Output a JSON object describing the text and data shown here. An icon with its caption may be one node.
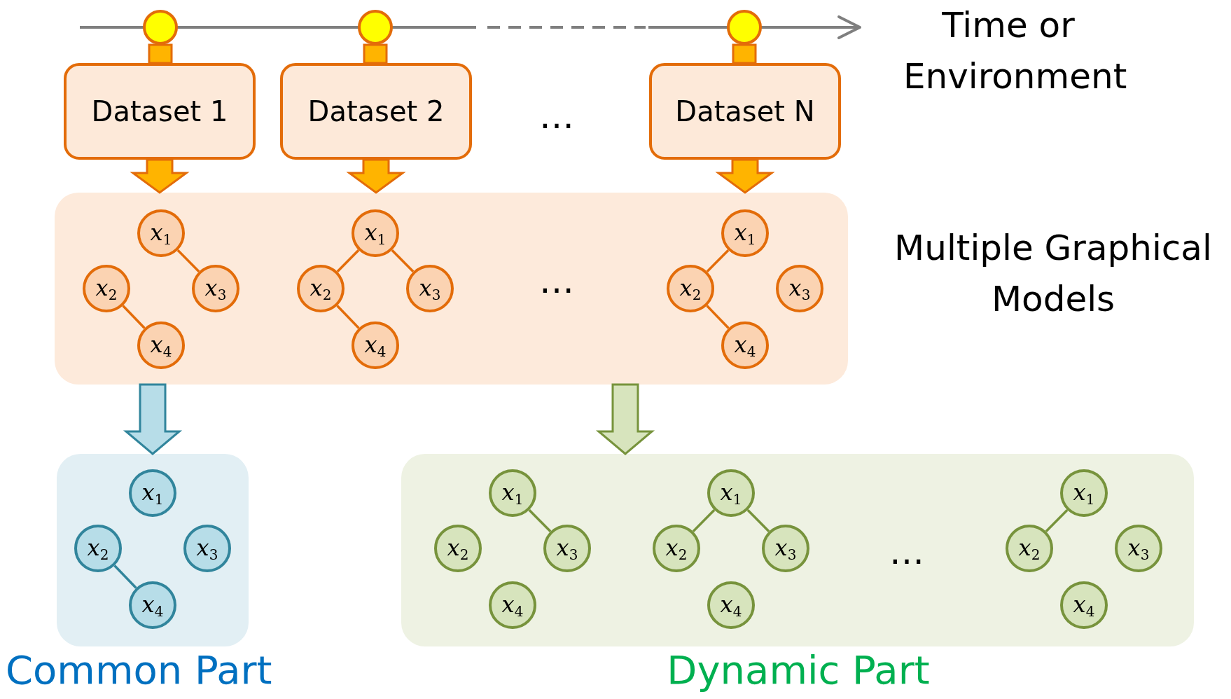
{
  "diagram": {
    "nodes": [
      {
        "text": [],
        "shape": "circle"
      },
      {
        "text": [],
        "shape": "circle"
      },
      {
        "text": [],
        "shape": "circle"
      },
      {
        "text": [
          "Dataset 1"
        ]
      },
      {
        "text": [
          "Dataset 2"
        ]
      },
      {
        "text": [
          "Dataset N"
        ]
      },
      {
        "text": [],
        "shape": "box"
      },
      {
        "text": [
          "*x*$_{1}$"
        ],
        "in": 6
      },
      {
        "text": [
          "*x*$_{2}$"
        ],
        "in": 6
      },
      {
        "text": [
          "*x*$_{3}$"
        ],
        "in": 6
      },
      {
        "text": [
          "*x*$_{4}$"
        ],
        "in": 6
      },
      {
        "text": [
          "*x*$_{1}$"
        ],
        "in": 6
      },
      {
        "text": [
          "*x*$_{2}$"
        ],
        "in": 6
      },
      {
        "text": [
          "*x*$_{3}$"
        ],
        "in": 6
      },
      {
        "text": [
          "*x*$_{4}$"
        ],
        "in": 6
      },
      {
        "text": [
          "*x*$_{1}$"
        ],
        "in": 6
      },
      {
        "text": [
          "*x*$_{2}$"
        ],
        "in": 6
      },
      {
        "text": [
          "*x*$_{3}$"
        ],
        "in": 6
      },
      {
        "text": [
          "*x*$_{4}$"
        ],
        "in": 6
      },
      {
        "text": [],
        "shape": "box"
      },
      {
        "text": [
          "*x*$_{1}$"
        ],
        "in": 19
      },
      {
        "text": [
          "*x*$_{2}$"
        ],
        "in": 19
      },
      {
        "text": [
          "*x*$_{3}$"
        ],
        "in": 19
      },
      {
        "text": [
          "*x*$_{4}$"
        ],
        "in": 19
      },
      {
        "text": [],
        "shape": "box"
      },
      {
        "text": [
          "*x*$_{1}$"
        ],
        "in": 24
      },
      {
        "text": [
          "*x*$_{2}$"
        ],
        "in": 24
      },
      {
        "text": [
          "*x*$_{3}$"
        ],
        "in": 24
      },
      {
        "text": [
          "*x*$_{4}$"
        ],
        "in": 24
      },
      {
        "text": [
          "*x*$_{1}$"
        ],
        "in": 24
      },
      {
        "text": [
          "*x*$_{2}$"
        ],
        "in": 24
      },
      {
        "text": [
          "*x*$_{3}$"
        ],
        "in": 24
      },
      {
        "text": [
          "*x*$_{4}$"
        ],
        "in": 24
      },
      {
        "text": [
          "*x*$_{1}$"
        ],
        "in": 24
      },
      {
        "text": [
          "*x*$_{2}$"
        ],
        "in": 24
      },
      {
        "text": [
          "*x*$_{3}$"
        ],
        "in": 24
      },
      {
        "text": [
          "*x*$_{4}$"
        ],
        "in": 24
      }
    ],
    "edges": [
      {
        "from": 0,
        "to": 3,
        "arrow": "none",
        "style": "thick",
        "color": "#e36c09"
      },
      {
        "from": 1,
        "to": 4,
        "arrow": "none",
        "style": "thick",
        "color": "#e36c09"
      },
      {
        "from": 2,
        "to": 5,
        "arrow": "none",
        "style": "thick",
        "color": "#e36c09"
      },
      {
        "from": 3,
        "to": 6,
        "arrow": "to",
        "style": "thick",
        "color": "#e36c09"
      },
      {
        "from": 4,
        "to": 6,
        "arrow": "to",
        "style": "thick",
        "color": "#e36c09"
      },
      {
        "from": 5,
        "to": 6,
        "arrow": "to",
        "style": "thick",
        "color": "#e36c09"
      },
      {
        "from": 6,
        "to": 19,
        "arrow": "to",
        "style": "thick",
        "color": "#31859c"
      },
      {
        "from": 6,
        "to": 24,
        "arrow": "to",
        "style": "thick",
        "color": "#77933c"
      },
      {
        "from": 7,
        "to": 9,
        "arrow": "none",
        "color": "#e36c09"
      },
      {
        "from": 8,
        "to": 10,
        "arrow": "none",
        "color": "#e36c09"
      },
      {
        "from": 11,
        "to": 12,
        "arrow": "none",
        "color": "#e36c09"
      },
      {
        "from": 11,
        "to": 13,
        "arrow": "none",
        "color": "#e36c09"
      },
      {
        "from": 12,
        "to": 14,
        "arrow": "none",
        "color": "#e36c09"
      },
      {
        "from": 15,
        "to": 16,
        "arrow": "none",
        "color": "#e36c09"
      },
      {
        "from": 16,
        "to": 18,
        "arrow": "none",
        "color": "#e36c09"
      },
      {
        "from": 21,
        "to": 23,
        "arrow": "none",
        "color": "#31859c"
      },
      {
        "from": 25,
        "to": 27,
        "arrow": "none",
        "color": "#77933c"
      },
      {
        "from": 29,
        "to": 30,
        "arrow": "none",
        "color": "#77933c"
      },
      {
        "from": 29,
        "to": 31,
        "arrow": "none",
        "color": "#77933c"
      },
      {
        "from": 33,
        "to": 34,
        "arrow": "none",
        "color": "#77933c"
      }
    ],
    "labels": [
      "Time or Environment",
      "…",
      "Multiple Graphical Models",
      "…",
      "…",
      "Common Part",
      "Dynamic Part"
    ]
  }
}
